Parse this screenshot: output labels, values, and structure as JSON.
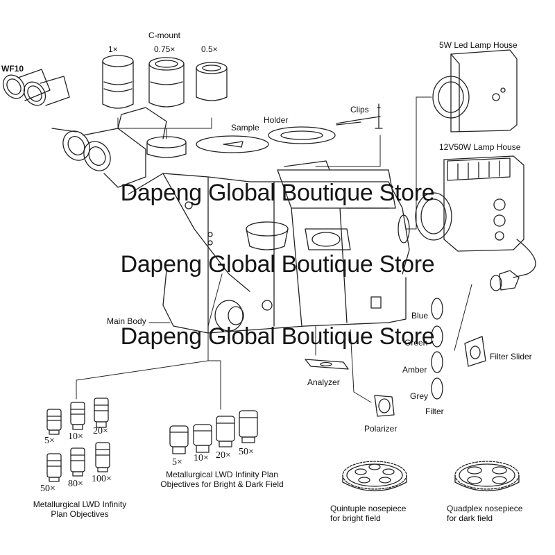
{
  "labels": {
    "eyepiece": "WF10",
    "cmount_title": "C-mount",
    "cmount_1x": "1×",
    "cmount_075x": "0.75×",
    "cmount_05x": "0.5×",
    "led_lamp": "5W  Led Lamp House",
    "halogen_lamp": "12V50W Lamp House",
    "clips": "Clips",
    "sample": "Sample",
    "holder": "Holder",
    "main_body": "Main Body",
    "blue": "Blue",
    "green": "Green",
    "amber": "Amber",
    "grey": "Grey",
    "filter": "Filter",
    "filter_slider": "Filter Slider",
    "analyzer": "Analyzer",
    "polarizer": "Polarizer",
    "obj_set1_caption": "Metallurgical LWD Infinity\nPlan Objectives",
    "obj_set2_caption": "Metallurgical LWD Infinity Plan\nObjectives for Bright & Dark Field",
    "quintuple": "Quintuple nosepiece\nfor bright field",
    "quadplex": "Quadplex nosepiece\nfor dark field"
  },
  "objectives_set1": {
    "row1": [
      "5×",
      "10×",
      "20×"
    ],
    "row2": [
      "50×",
      "80×",
      "100×"
    ]
  },
  "objectives_set2": [
    "5×",
    "10×",
    "20×",
    "50×"
  ],
  "watermark": "Dapeng Global Boutique Store"
}
